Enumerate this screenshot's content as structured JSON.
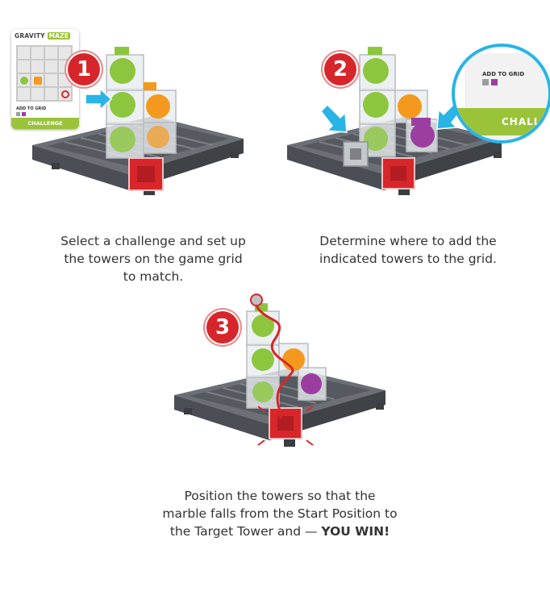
{
  "steps": [
    {
      "number": "1",
      "caption": [
        "Select a challenge and set up",
        "the towers on the game grid",
        "to match."
      ]
    },
    {
      "number": "2",
      "caption": [
        "Determine where to add the",
        "indicated towers to the grid."
      ]
    },
    {
      "number": "3",
      "caption_lines": [
        "Position the towers so that the",
        "marble falls from the Start Position to"
      ],
      "caption_last_prefix": "the Target Tower and — ",
      "caption_last_emphasis": "YOU WIN!"
    }
  ],
  "card": {
    "logo_word_1": "GRAVITY",
    "logo_word_2": "MAZE",
    "add_to_grid": "ADD TO GRID",
    "footer": "CHALLENGE"
  },
  "zoom_card": {
    "add_to_grid": "ADD TO GRID",
    "footer": "CHALL"
  },
  "colors": {
    "badge_red": "#d7262b",
    "arrow_blue": "#28b4e6",
    "card_green": "#9bc33a",
    "board_gray": "#5d6167",
    "block_green": "#8cc63f",
    "block_orange": "#f39a1e",
    "block_purple": "#9b3ea0",
    "block_red": "#d8262b",
    "block_gray": "#9a9ea3"
  },
  "icons": [
    "arrow-right-icon",
    "arrow-down-right-icon",
    "arrow-down-left-icon",
    "marble-path-icon"
  ]
}
